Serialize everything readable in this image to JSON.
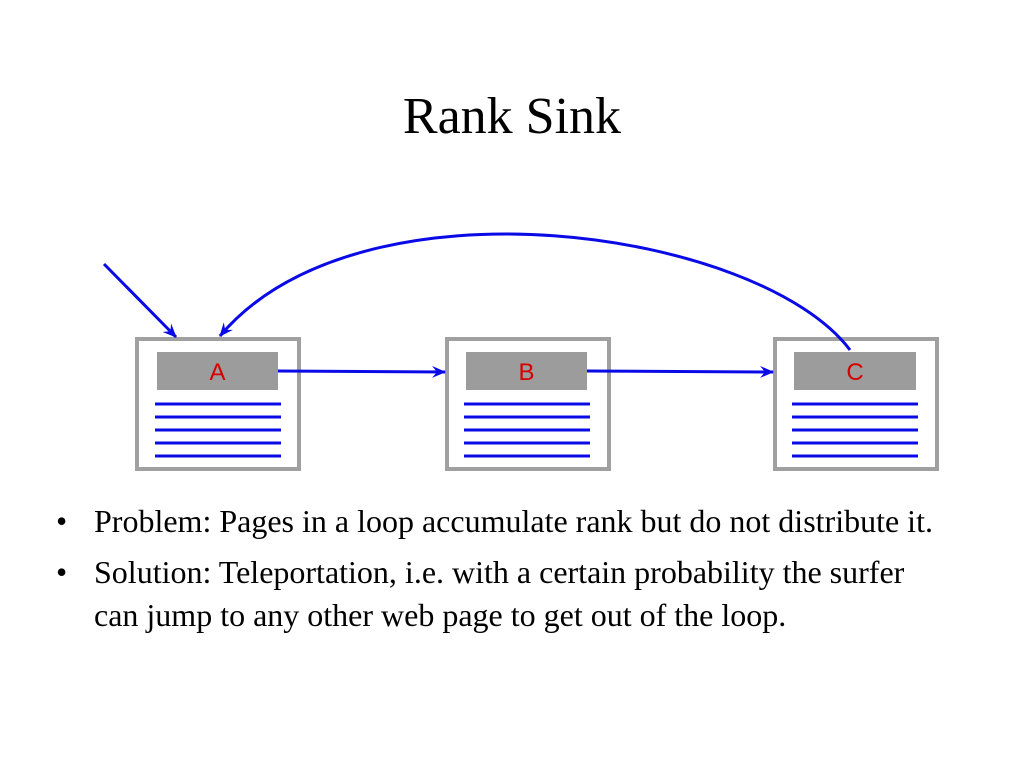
{
  "slide": {
    "title": "Rank Sink"
  },
  "diagram": {
    "nodes": [
      {
        "id": "A",
        "label": "A"
      },
      {
        "id": "B",
        "label": "B"
      },
      {
        "id": "C",
        "label": "C"
      }
    ],
    "edges": [
      {
        "from": "external",
        "to": "A"
      },
      {
        "from": "A",
        "to": "B"
      },
      {
        "from": "B",
        "to": "C"
      },
      {
        "from": "C",
        "to": "A"
      }
    ],
    "colors": {
      "edge": "#0a0ae6",
      "page_border": "#a0a0a0",
      "header_fill": "#9c9c9c",
      "label": "#d40000",
      "text_lines": "#0a0ae6"
    }
  },
  "bullets": [
    {
      "text": "Problem: Pages in a loop accumulate rank but do not distribute it."
    },
    {
      "text": "Solution: Teleportation, i.e. with a certain probability the surfer can jump to any other web page to get out of the loop."
    }
  ]
}
